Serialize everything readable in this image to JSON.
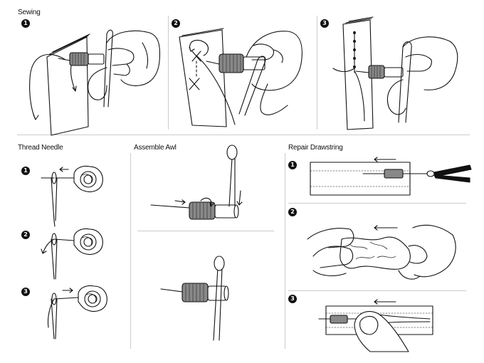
{
  "sections": {
    "sewing": {
      "title": "Sewing",
      "steps": [
        "1",
        "2",
        "3"
      ]
    },
    "thread_needle": {
      "title": "Thread Needle",
      "steps": [
        "1",
        "2",
        "3"
      ]
    },
    "assemble_awl": {
      "title": "Assemble Awl"
    },
    "repair_drawstring": {
      "title": "Repair Drawstring",
      "steps": [
        "1",
        "2",
        "3"
      ]
    }
  },
  "colors": {
    "ink": "#111111",
    "rule": "#cccccc",
    "skin": "#ffffff",
    "metal": "#777777"
  }
}
